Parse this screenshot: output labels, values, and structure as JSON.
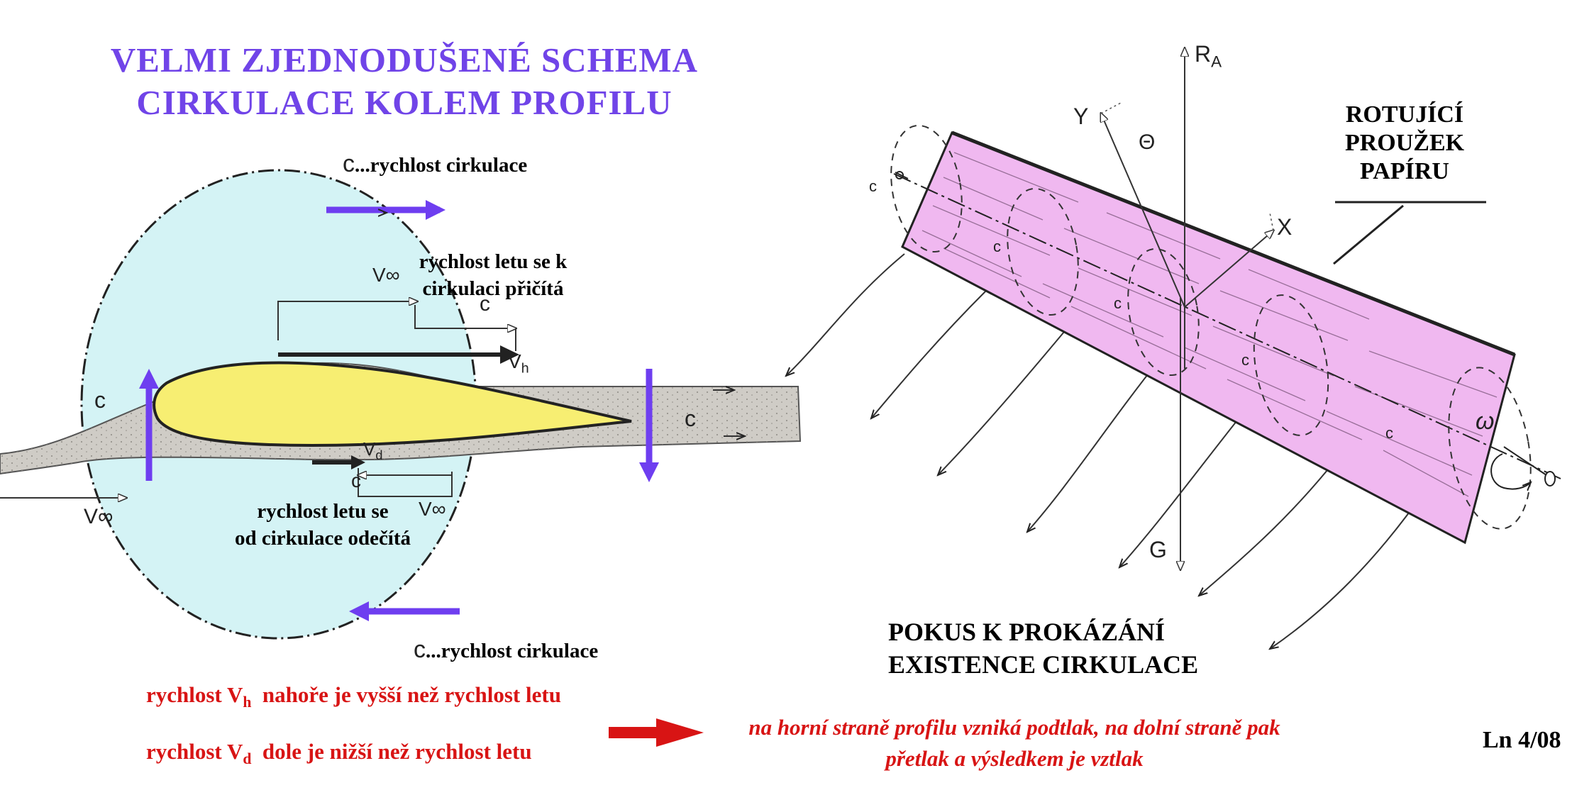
{
  "title": {
    "line1": "VELMI  ZJEDNODUŠENÉ  SCHEMA",
    "line2": "CIRKULACE  KOLEM  PROFILU"
  },
  "left_diagram": {
    "top_label_c": "c",
    "top_label": "...rychlost cirkulace",
    "bottom_label_c": "c",
    "bottom_label": "...rychlost cirkulace",
    "upper_note_line1": "rychlost letu se k",
    "upper_note_line2": "cirkulaci přičítá",
    "lower_note_line1": "rychlost letu se",
    "lower_note_line2": "od cirkulace odečítá",
    "v_inf": "V∞",
    "c": "c",
    "vh": "V",
    "vh_sub": "h",
    "vd": "V",
    "vd_sub": "d",
    "colors": {
      "circle": "#d4f3f5",
      "profile": "#f7ee72",
      "wake": "#cfccc6",
      "arrows": "#6e3ef0"
    }
  },
  "right_diagram": {
    "strip_label_line1": "ROTUJÍCÍ",
    "strip_label_line2": "PROUŽEK",
    "strip_label_line3": "PAPÍRU",
    "ra": "R",
    "ra_sub": "A",
    "y": "Y",
    "x": "X",
    "theta": "Θ",
    "g": "G",
    "omega": "ω",
    "c": "c",
    "caption_line1": "POKUS K PROKÁZÁNÍ",
    "caption_line2": "EXISTENCE CIRKULACE",
    "colors": {
      "strip": "#f0b8f0"
    }
  },
  "notes": {
    "line1_a": "rychlost V",
    "line1_sub": "h",
    "line1_b": "  nahoře je vyšší než rychlost letu",
    "line2_a": "rychlost V",
    "line2_sub": "d",
    "line2_b": "  dole je nižší než rychlost letu",
    "conclusion_line1": "na horní straně profilu vzniká podtlak, na dolní straně pak",
    "conclusion_line2": "přetlak a výsledkem je vztlak",
    "arrow_color": "#d81414"
  },
  "page_ref": "Ln 4/08"
}
